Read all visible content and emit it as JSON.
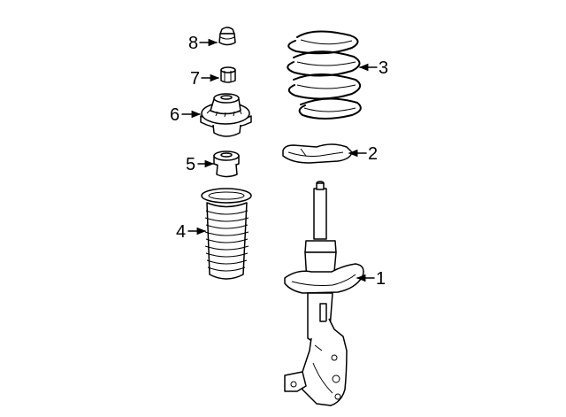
{
  "diagram": {
    "callouts": [
      {
        "id": "1",
        "label": "1",
        "part": "strut-assembly"
      },
      {
        "id": "2",
        "label": "2",
        "part": "spring-lower-seat"
      },
      {
        "id": "3",
        "label": "3",
        "part": "coil-spring"
      },
      {
        "id": "4",
        "label": "4",
        "part": "dust-boot"
      },
      {
        "id": "5",
        "label": "5",
        "part": "bump-stop"
      },
      {
        "id": "6",
        "label": "6",
        "part": "strut-mount"
      },
      {
        "id": "7",
        "label": "7",
        "part": "nut"
      },
      {
        "id": "8",
        "label": "8",
        "part": "cap"
      }
    ]
  },
  "colors": {
    "line": "#000000",
    "background": "#ffffff"
  }
}
